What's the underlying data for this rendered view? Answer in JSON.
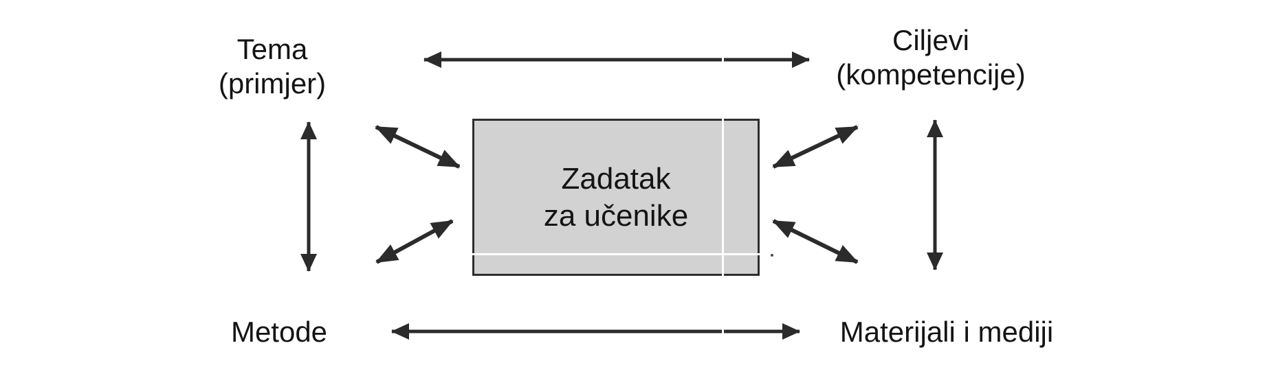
{
  "colors": {
    "background": "#ffffff",
    "box_fill": "#d2d2d2",
    "box_border": "#2e2e2e",
    "arrow": "#2b2b2b",
    "text": "#141414",
    "gridline": "#ffffff"
  },
  "center_box": {
    "line1": "Zadatak",
    "line2": "za učenike"
  },
  "labels": {
    "top_left": {
      "line1": "Tema",
      "line2": "(primjer)"
    },
    "top_right": {
      "line1": "Ciljevi",
      "line2": "(kompetencije)"
    },
    "bottom_left": {
      "line1": "Metode"
    },
    "bottom_right": {
      "line1": "Materijali i mediji"
    }
  },
  "arrows": [
    {
      "between": [
        "Tema (primjer)",
        "Ciljevi (kompetencije)"
      ],
      "style": "double-headed",
      "orientation": "horizontal"
    },
    {
      "between": [
        "Metode",
        "Materijali i mediji"
      ],
      "style": "double-headed",
      "orientation": "horizontal"
    },
    {
      "between": [
        "Tema (primjer)",
        "Metode"
      ],
      "style": "double-headed",
      "orientation": "vertical"
    },
    {
      "between": [
        "Ciljevi (kompetencije)",
        "Materijali i mediji"
      ],
      "style": "double-headed",
      "orientation": "vertical"
    },
    {
      "between": [
        "Zadatak za učenike",
        "Tema (primjer)"
      ],
      "style": "double-headed",
      "orientation": "diagonal"
    },
    {
      "between": [
        "Zadatak za učenike",
        "Metode"
      ],
      "style": "double-headed",
      "orientation": "diagonal"
    },
    {
      "between": [
        "Zadatak za učenike",
        "Ciljevi (kompetencije)"
      ],
      "style": "double-headed",
      "orientation": "diagonal"
    },
    {
      "between": [
        "Zadatak za učenike",
        "Materijali i mediji"
      ],
      "style": "double-headed",
      "orientation": "diagonal"
    }
  ]
}
